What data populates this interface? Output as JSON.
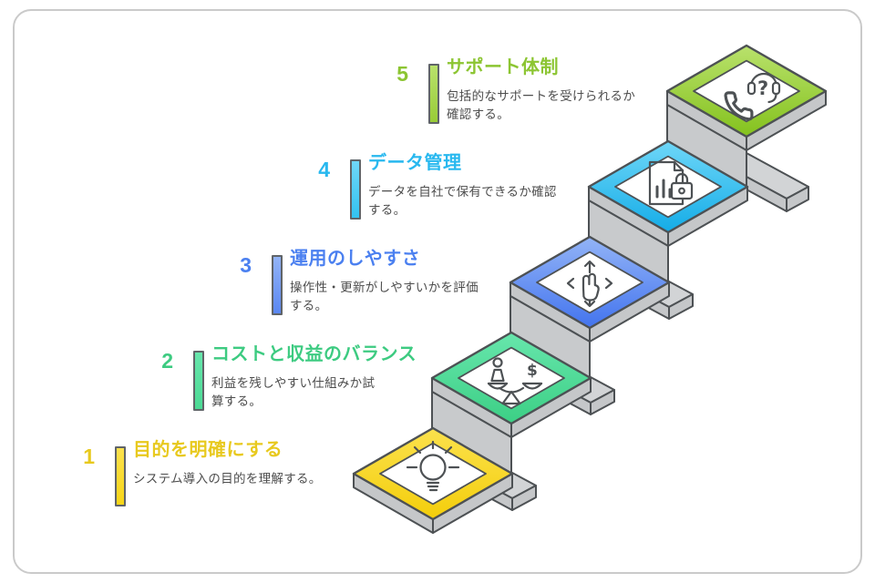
{
  "card": {
    "background": "#ffffff",
    "border_color": "#cacaca"
  },
  "chart_title": "",
  "steps": [
    {
      "number": "1",
      "title": "目的を明確にする",
      "description": "システム導入の目的を理解する。",
      "color": "#F7D517",
      "color_light": "#FBE14D",
      "text_color": "#E8C91E",
      "icon": "lightbulb-idea-icon"
    },
    {
      "number": "2",
      "title": "コストと収益のバランス",
      "description": "利益を残しやすい仕組みか試算する。",
      "color": "#4BD994",
      "color_light": "#67E6AC",
      "text_color": "#3DCB81",
      "icon": "balance-scale-icon"
    },
    {
      "number": "3",
      "title": "運用のしやすさ",
      "description": "操作性・更新がしやすいかを評価する。",
      "color": "#5A87F2",
      "color_light": "#93B4F7",
      "text_color": "#4B80F0",
      "icon": "touch-gesture-icon"
    },
    {
      "number": "4",
      "title": "データ管理",
      "description": "データを自社で保有できるか確認する。",
      "color": "#33C3F1",
      "color_light": "#6FD7F8",
      "text_color": "#28B8EF",
      "icon": "document-lock-icon"
    },
    {
      "number": "5",
      "title": "サポート体制",
      "description": "包括的なサポートを受けられるか確認する。",
      "color": "#98CC37",
      "color_light": "#B9E16C",
      "text_color": "#8CC532",
      "icon": "phone-support-icon"
    }
  ]
}
